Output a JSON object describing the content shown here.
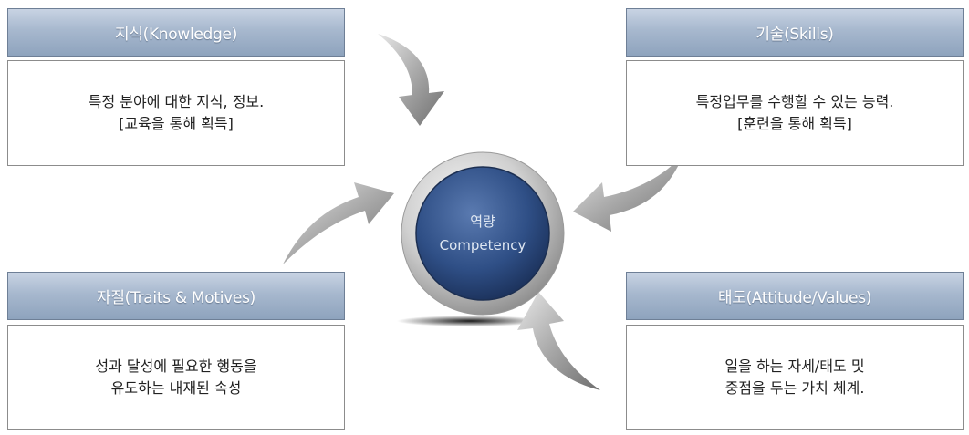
{
  "center": {
    "line1": "역량",
    "line2": "Competency"
  },
  "cards": {
    "knowledge": {
      "title": "지식(Knowledge)",
      "line1": "특정 분야에 대한 지식, 정보.",
      "line2": "[교육을 통해 획득]"
    },
    "skills": {
      "title": "기술(Skills)",
      "line1": "특정업무를 수행할 수 있는 능력.",
      "line2": "[훈련을 통해 획득]"
    },
    "traits": {
      "title": "자질(Traits & Motives)",
      "line1": "성과 달성에 필요한 행동을",
      "line2": "유도하는 내재된 속성"
    },
    "attitude": {
      "title": "태도(Attitude/Values)",
      "line1": "일을 하는 자세/태도 및",
      "line2": "중점을 두는 가치 체계."
    }
  },
  "colors": {
    "header_top": "#c8d3e3",
    "header_bottom": "#8ea3bd",
    "center_fill": "#2f4f86",
    "ring": "#bdbdbd",
    "arrow": "#9a9a9a"
  }
}
